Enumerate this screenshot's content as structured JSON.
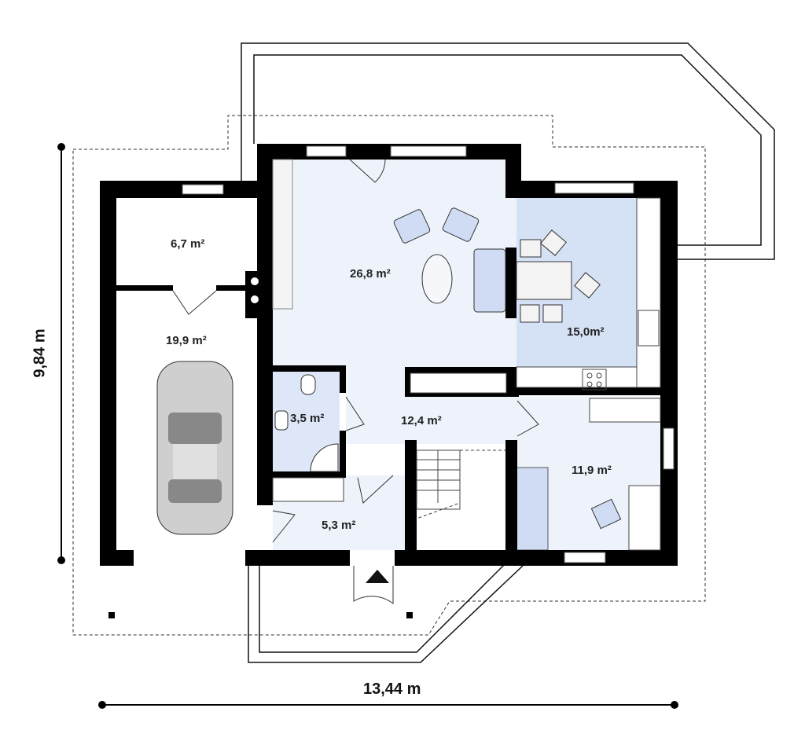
{
  "rooms": {
    "utility": "6,7 m²",
    "garage": "19,9 m²",
    "living": "26,8 m²",
    "dining_kitchen": "15,0m²",
    "bathroom": "3,5 m²",
    "hall": "12,4 m²",
    "entrance": "5,3 m²",
    "bedroom": "11,9 m²"
  },
  "dimensions": {
    "height": "9,84 m",
    "width": "13,44 m"
  },
  "colors": {
    "wall": "#000000",
    "living_fill": "#eef3fb",
    "dining_fill": "#d5e1f5",
    "furniture": "#cfdcf3"
  }
}
